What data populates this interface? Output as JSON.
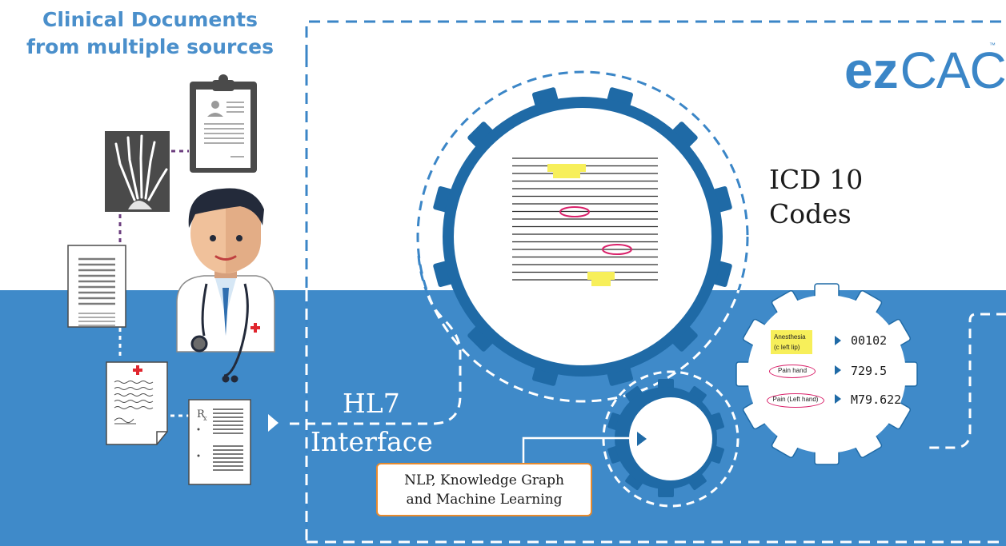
{
  "title": {
    "line1": "Clinical Documents",
    "line2": "from multiple sources"
  },
  "logo": {
    "ez": "ez",
    "cac": "CAC",
    "tm": "™"
  },
  "icd_label": {
    "line1": "ICD 10",
    "line2": "Codes"
  },
  "hl7_label": "HL7",
  "interface_label": "Interface",
  "nlp_box": {
    "line1": "NLP, Knowledge Graph",
    "line2": "and Machine Learning"
  },
  "codes": [
    {
      "tag_line1": "Anesthesia",
      "tag_line2": "(c left lip)",
      "code": "00102"
    },
    {
      "tag": "Pain hand",
      "code": "729.5"
    },
    {
      "tag": "Pain (Left hand)",
      "code": "M79.622"
    }
  ],
  "colors": {
    "brand_blue": "#3b86c7",
    "bottom_band": "#3f8ac9",
    "gear_dark": "#1f6aa6",
    "highlight_yellow": "#f7ef5a",
    "circle_pink": "#d9216a",
    "nlp_border": "#e68a2e",
    "connector_purple": "#6b3d7e",
    "red_cross": "#e0262e"
  },
  "icons": [
    "xray-hand-icon",
    "clipboard-icon",
    "doctor-icon",
    "stethoscope-icon",
    "text-document-icon",
    "prescription-document-icon",
    "rx-document-icon",
    "large-gear-icon",
    "output-gear-icon",
    "small-gear-icon",
    "play-arrow-icon"
  ]
}
